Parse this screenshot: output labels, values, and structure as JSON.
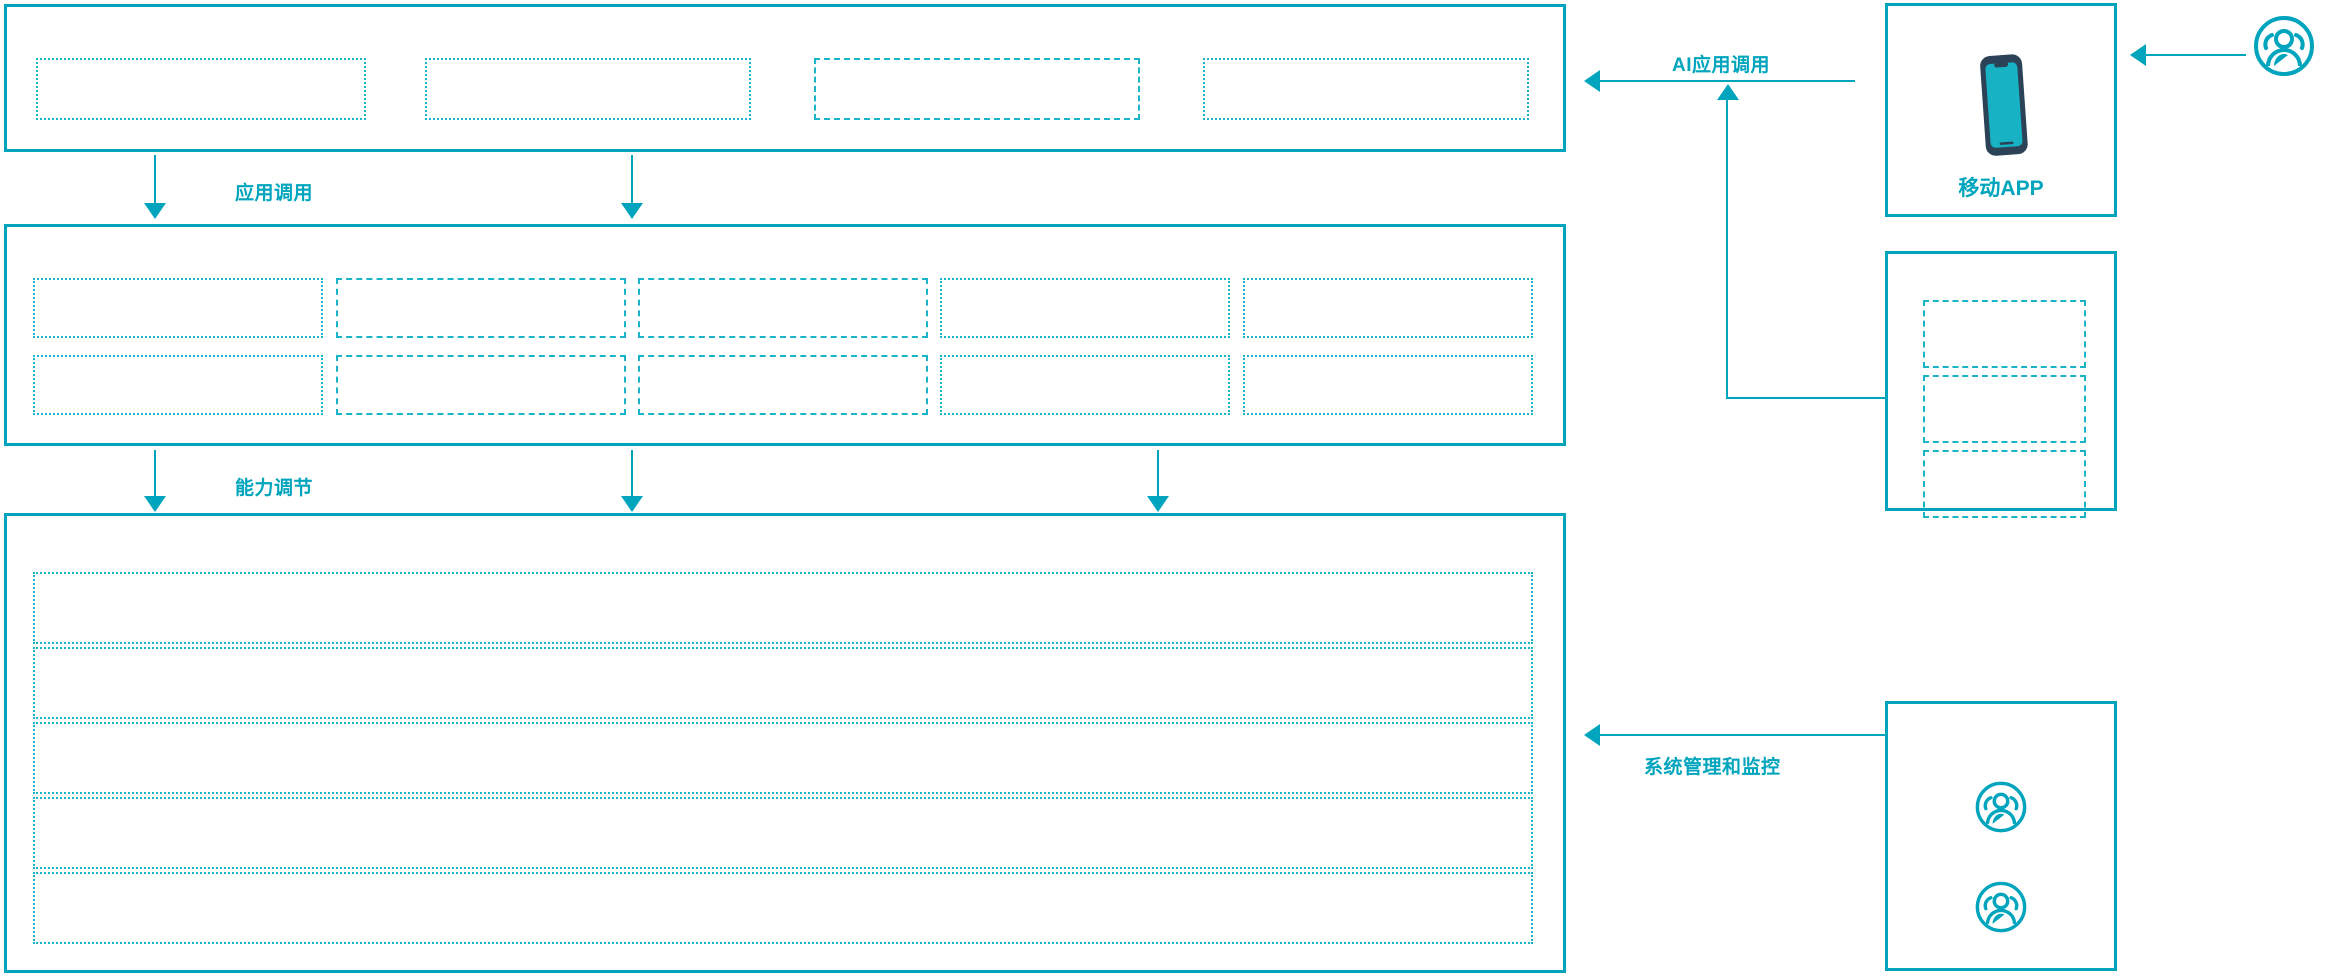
{
  "theme": {
    "accent": "#00a5bd",
    "accent_light": "#1ab4c8",
    "phone_body": "#2b4257",
    "phone_screen": "#17b2c4",
    "background": "#ffffff"
  },
  "diagram": {
    "type": "layered-architecture",
    "layers": [
      {
        "id": "application-layer",
        "name": "application-layer",
        "slot_count": 4,
        "slots": [
          {
            "label": ""
          },
          {
            "label": ""
          },
          {
            "label": ""
          },
          {
            "label": ""
          }
        ]
      },
      {
        "id": "capability-layer",
        "name": "capability-layer",
        "columns": 5,
        "rows": 2,
        "slots": [
          {
            "label": ""
          },
          {
            "label": ""
          },
          {
            "label": ""
          },
          {
            "label": ""
          },
          {
            "label": ""
          },
          {
            "label": ""
          },
          {
            "label": ""
          },
          {
            "label": ""
          },
          {
            "label": ""
          },
          {
            "label": ""
          }
        ]
      },
      {
        "id": "platform-layer",
        "name": "platform-layer",
        "slot_count": 5,
        "slots": [
          {
            "label": ""
          },
          {
            "label": ""
          },
          {
            "label": ""
          },
          {
            "label": ""
          },
          {
            "label": ""
          }
        ]
      }
    ],
    "flows": [
      {
        "id": "flow-app-call",
        "label": "应用调用",
        "direction": "down"
      },
      {
        "id": "flow-capability",
        "label": "能力调节",
        "direction": "down"
      },
      {
        "id": "flow-ai-app-call",
        "label": "AI应用调用",
        "direction": "left"
      },
      {
        "id": "flow-sys-monitor",
        "label": "系统管理和监控",
        "direction": "left"
      }
    ],
    "side_panels": [
      {
        "id": "mobile-app-panel",
        "label": "移动APP",
        "icon": "smartphone-icon"
      },
      {
        "id": "channel-panel",
        "label": "",
        "slot_count": 3,
        "slots": [
          {
            "label": ""
          },
          {
            "label": ""
          },
          {
            "label": ""
          }
        ]
      },
      {
        "id": "admin-panel",
        "label": "",
        "icons": [
          "user-group-icon",
          "user-group-icon"
        ]
      }
    ],
    "actors": [
      {
        "id": "external-user",
        "icon": "user-group-icon",
        "label": ""
      }
    ]
  }
}
